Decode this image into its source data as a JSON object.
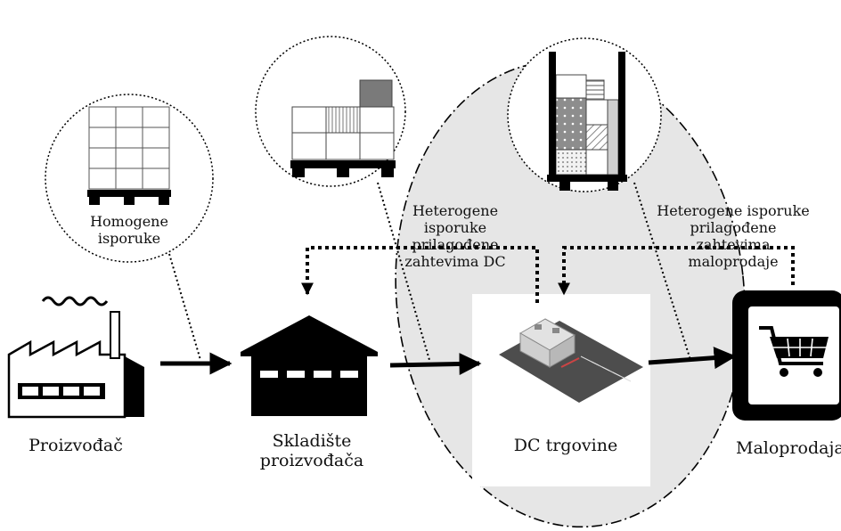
{
  "nodes": {
    "manufacturer": "Proizvođač",
    "warehouse_line1": "Skladište",
    "warehouse_line2": "proizvođača",
    "dc": "DC trgovine",
    "retail": "Maloprodaja"
  },
  "notes": {
    "homogeneous_line1": "Homogene",
    "homogeneous_line2": "isporuke",
    "hetero_dc_line1": "Heterogene",
    "hetero_dc_line2": "isporuke",
    "hetero_dc_line3": "prilagođene",
    "hetero_dc_line4": "zahtevima DC",
    "hetero_retail_line1": "Heterogene isporuke",
    "hetero_retail_line2": "prilagođene",
    "hetero_retail_line3": "zahtevima",
    "hetero_retail_line4": "maloprodaje"
  },
  "icons": [
    "factory-icon",
    "warehouse-icon",
    "distribution-center-icon",
    "shopping-cart-icon",
    "pallet-icon"
  ],
  "colors": {
    "ellipse_fill": "#e6e6e6",
    "ink": "#000000",
    "dark_box": "#7a7a7a",
    "gray_box": "#cfcfcf"
  }
}
